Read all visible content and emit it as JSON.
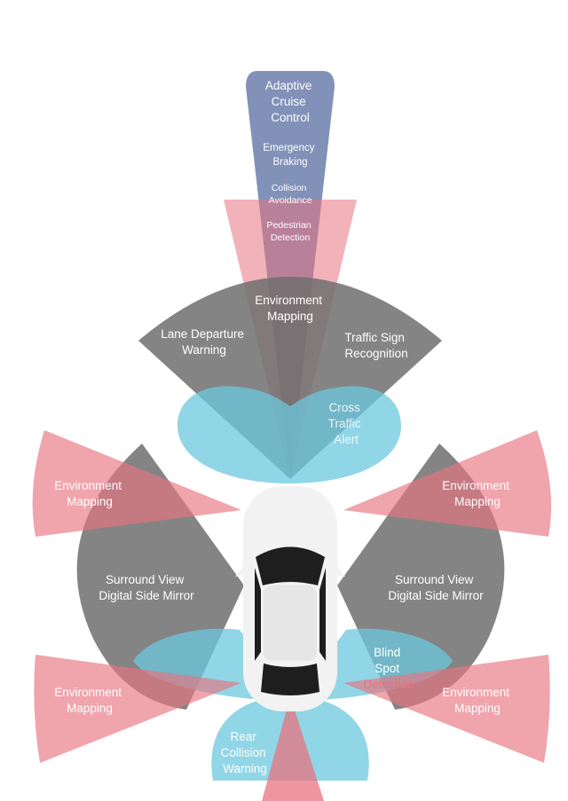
{
  "colors": {
    "radar": "#E8737F",
    "camera_gray": "#6E6E6E",
    "ultrasonic_blue": "#6CC8DE",
    "long_range_radar": "#7A8BB4",
    "car_body": "#F2F2F2",
    "glass": "#1E1E1E"
  },
  "icons": {
    "car": "car-top-view-icon"
  },
  "labels": {
    "adaptive_cruise": [
      "Adaptive",
      "Cruise",
      "Control"
    ],
    "emergency_braking": [
      "Emergency",
      "Braking"
    ],
    "collision_avoidance": [
      "Collision",
      "Avoidance"
    ],
    "pedestrian_detection": [
      "Pedestrian",
      "Detection"
    ],
    "environment_mapping_front": [
      "Environment",
      "Mapping"
    ],
    "lane_departure": [
      "Lane Departure",
      "Warning"
    ],
    "traffic_sign": [
      "Traffic Sign",
      "Recognition"
    ],
    "cross_traffic": [
      "Cross",
      "Traffic",
      "Alert"
    ],
    "env_mapping_left_front": [
      "Environment",
      "Mapping"
    ],
    "env_mapping_right_front": [
      "Environment",
      "Mapping"
    ],
    "surround_left": [
      "Surround View",
      "Digital Side Mirror"
    ],
    "surround_right": [
      "Surround View",
      "Digital Side Mirror"
    ],
    "blind_spot": [
      "Blind",
      "Spot",
      "Detection"
    ],
    "env_mapping_left_rear": [
      "Environment",
      "Mapping"
    ],
    "env_mapping_right_rear": [
      "Environment",
      "Mapping"
    ],
    "rear_collision": [
      "Rear",
      "Collision",
      "Warning"
    ]
  }
}
